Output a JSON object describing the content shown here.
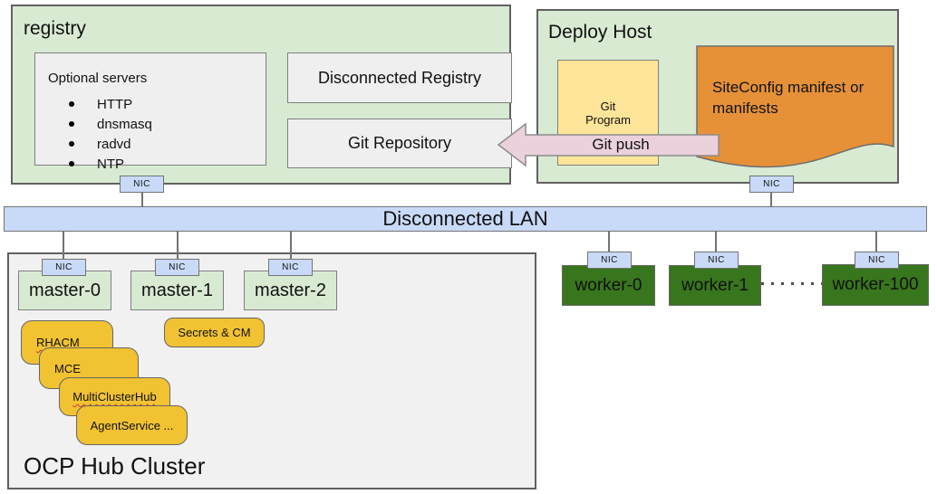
{
  "colors": {
    "light_green": "#d9ead3",
    "dark_green": "#38761d",
    "light_blue": "#c9daf8",
    "gray_box": "#efefef",
    "yellow": "#ffe599",
    "orange": "#e69138",
    "pink": "#ead1dc",
    "gold": "#f1c232"
  },
  "nic_label": "NIC",
  "registry": {
    "title": "registry",
    "optional_servers": {
      "heading": "Optional servers",
      "items": [
        "HTTP",
        "dnsmasq",
        "radvd",
        "NTP"
      ]
    },
    "disconnected_registry": "Disconnected Registry",
    "git_repository": "Git Repository"
  },
  "deploy_host": {
    "title": "Deploy Host",
    "git_program_line1": "Git",
    "git_program_line2": "Program",
    "siteconfig": "SiteConfig manifest or manifests",
    "git_push": "Git push"
  },
  "lan": {
    "label": "Disconnected LAN"
  },
  "hub_cluster": {
    "title": "OCP Hub Cluster",
    "masters": [
      {
        "label": "master-0"
      },
      {
        "label": "master-1"
      },
      {
        "label": "master-2"
      }
    ],
    "operators": [
      {
        "label": "RHACM"
      },
      {
        "label": "MCE"
      },
      {
        "label": "MultiClusterHub"
      },
      {
        "label": "AgentService ..."
      }
    ],
    "secrets_cm": "Secrets & CM"
  },
  "workers": [
    {
      "label": "worker-0"
    },
    {
      "label": "worker-1"
    },
    {
      "label": "worker-100"
    }
  ]
}
